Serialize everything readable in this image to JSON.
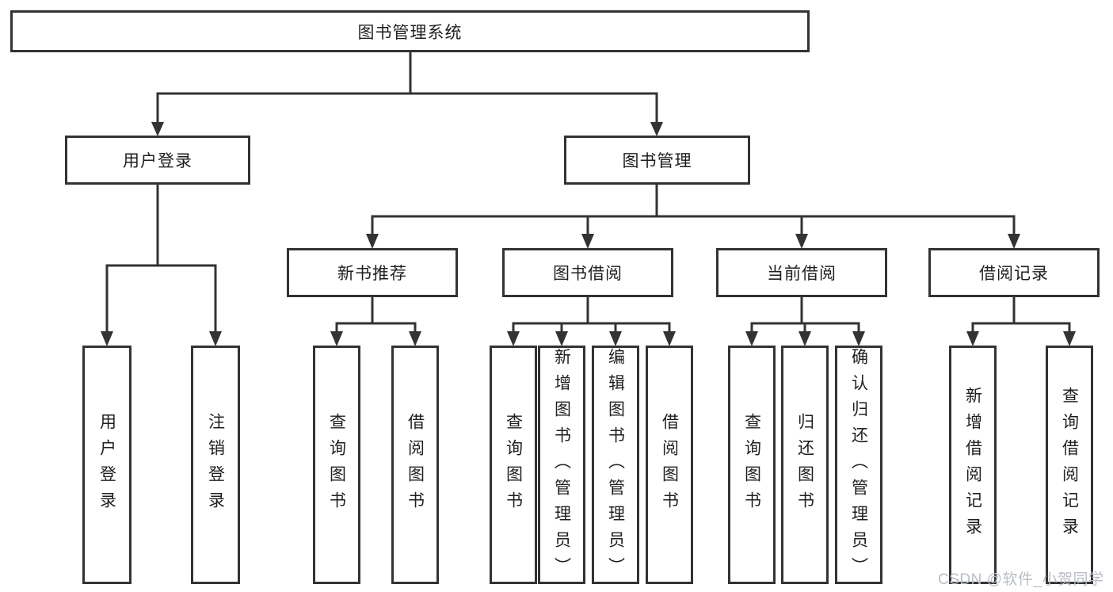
{
  "tree": {
    "label": "图书管理系统",
    "children": [
      {
        "label": "用户登录",
        "children": [
          {
            "label": "用户登录"
          },
          {
            "label": "注销登录"
          }
        ]
      },
      {
        "label": "图书管理",
        "children": [
          {
            "label": "新书推荐",
            "children": [
              {
                "label": "查询图书"
              },
              {
                "label": "借阅图书"
              }
            ]
          },
          {
            "label": "图书借阅",
            "children": [
              {
                "label": "查询图书"
              },
              {
                "label": "新增图书（管理员）"
              },
              {
                "label": "编辑图书（管理员）"
              },
              {
                "label": "借阅图书"
              }
            ]
          },
          {
            "label": "当前借阅",
            "children": [
              {
                "label": "查询图书"
              },
              {
                "label": "归还图书"
              },
              {
                "label": "确认归还（管理员）"
              }
            ]
          },
          {
            "label": "借阅记录",
            "children": [
              {
                "label": "新增借阅记录"
              },
              {
                "label": "查询借阅记录"
              }
            ]
          }
        ]
      }
    ]
  },
  "watermark": {
    "text": "CSDN @软件_小贺同学"
  },
  "colors": {
    "line": "#333333",
    "node-bg": "#ffffff",
    "text": "#1f1f1f",
    "watermark": "#b9bdc6"
  }
}
